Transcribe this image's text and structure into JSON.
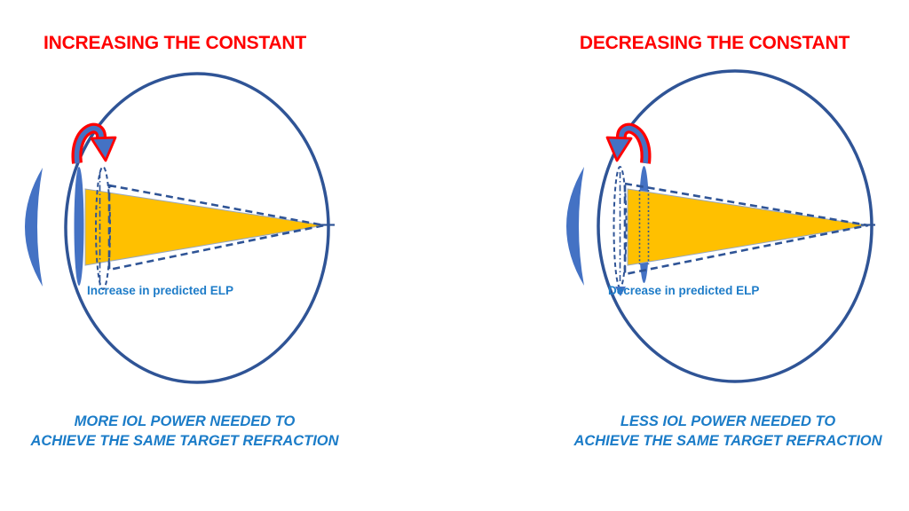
{
  "panels": {
    "increase": {
      "title": "INCREASING THE CONSTANT",
      "elp_label": "Increase in predicted ELP",
      "caption_line1": "MORE IOL POWER NEEDED TO",
      "caption_line2": "ACHIEVE THE SAME TARGET REFRACTION"
    },
    "decrease": {
      "title": "DECREASING THE CONSTANT",
      "elp_label": "Decrease in predicted ELP",
      "caption_line1": "LESS IOL POWER NEEDED TO",
      "caption_line2": "ACHIEVE THE SAME TARGET REFRACTION"
    }
  },
  "icons": {
    "left_rotation_arrow": "curved-arrow-rotate-clockwise-down",
    "right_rotation_arrow": "curved-arrow-rotate-counterclockwise-down",
    "shift_arrowhead": "small-down-arrowhead"
  },
  "colors": {
    "title_red": "#FF0000",
    "caption_blue": "#1B7CC8",
    "label_blue": "#1E7CC8",
    "eye_outline_blue": "#2F5496",
    "lens_fill_blue": "#4472C4",
    "cone_yellow": "#FFC000",
    "cone_edge_gray": "#98A8C0",
    "dashed_blue": "#2F5496",
    "arrow_red": "#FF0000",
    "background": "#FFFFFF"
  }
}
